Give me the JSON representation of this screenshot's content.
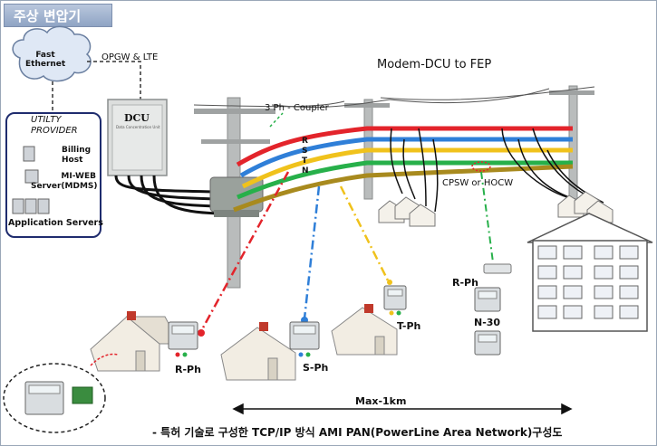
{
  "header": {
    "title": "주상 변압기"
  },
  "network": {
    "fast_ethernet_line1": "Fast",
    "fast_ethernet_line2": "Ethernet",
    "opgw_lte": "OPGW & LTE",
    "dcu_label": "DCU",
    "dcu_sub": "Data Concentration Unit"
  },
  "provider": {
    "title_line1": "UTILTY",
    "title_line2": "PROVIDER",
    "billing_line1": "Billing",
    "billing_line2": "Host",
    "mweb_line1": "MI-WEB",
    "mweb_line2": "Server(MDMS)",
    "app_servers": "Application Servers"
  },
  "diagram": {
    "modem_label": "Modem-DCU  to FEP",
    "coupler_label": "3 Ph - Coupler",
    "phase_r": "R",
    "phase_s": "S",
    "phase_t": "T",
    "phase_n": "N",
    "cpsw_label": "CPSW or HOCW",
    "meter_r_ph": "R-Ph",
    "meter_s_ph": "S-Ph",
    "meter_t_ph": "T-Ph",
    "meter_r_ph_right": "R-Ph",
    "meter_n30": "N-30",
    "distance": "Max-1km"
  },
  "caption": "- 특허 기술로 구성한 TCP/IP 방식 AMI PAN(PowerLine Area Network)구성도",
  "colors": {
    "line_red": "#e3242b",
    "line_blue": "#2f7fd8",
    "line_yellow": "#f0c21c",
    "line_green": "#27b04a",
    "line_olive": "#a88a1e",
    "provider_border": "#1f2c6e"
  }
}
